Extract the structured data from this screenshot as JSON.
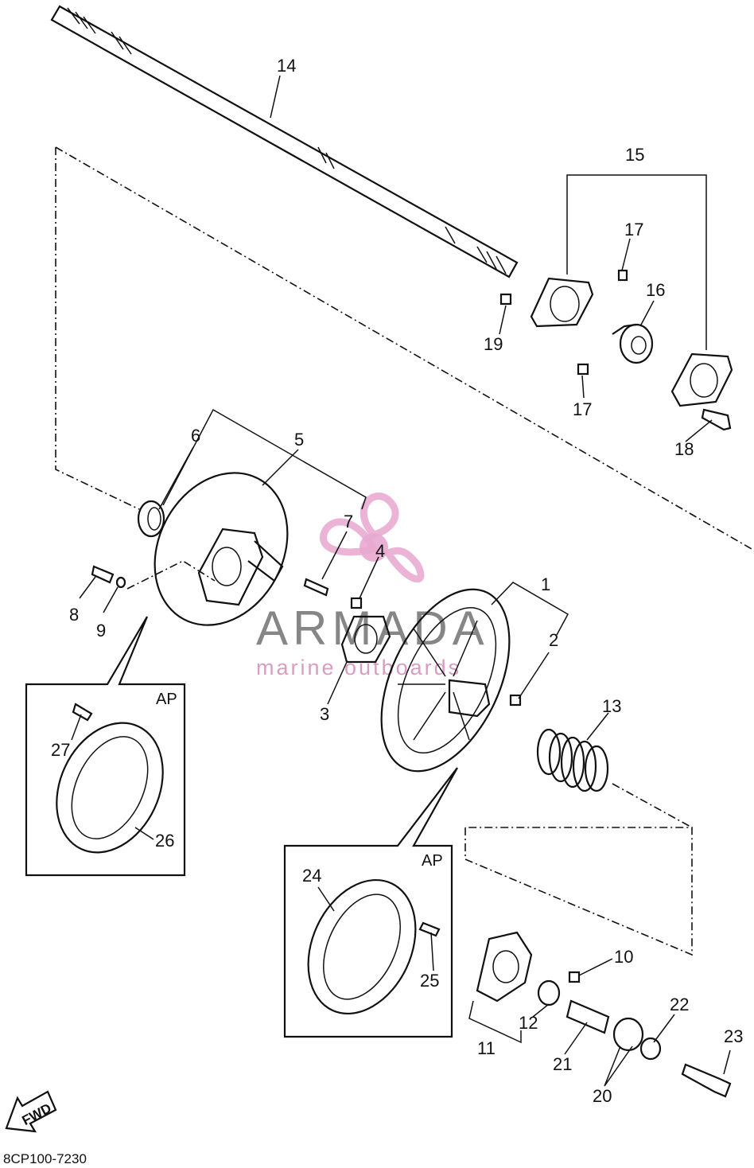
{
  "diagram_code": "8CP100-7230",
  "fwd_label": "FWD",
  "inset_label": "AP",
  "watermark": {
    "brand": "ARMADA",
    "tagline": "marine outboards"
  },
  "colors": {
    "line": "#111111",
    "watermark_pink": "#e8a8d0",
    "watermark_gray": "#5e5e5e"
  },
  "callouts": [
    {
      "id": "14",
      "text": "14"
    },
    {
      "id": "15",
      "text": "15"
    },
    {
      "id": "17a",
      "text": "17"
    },
    {
      "id": "16",
      "text": "16"
    },
    {
      "id": "19",
      "text": "19"
    },
    {
      "id": "17b",
      "text": "17"
    },
    {
      "id": "18",
      "text": "18"
    },
    {
      "id": "6",
      "text": "6"
    },
    {
      "id": "5",
      "text": "5"
    },
    {
      "id": "7",
      "text": "7"
    },
    {
      "id": "4",
      "text": "4"
    },
    {
      "id": "1",
      "text": "1"
    },
    {
      "id": "2",
      "text": "2"
    },
    {
      "id": "8",
      "text": "8"
    },
    {
      "id": "9",
      "text": "9"
    },
    {
      "id": "3",
      "text": "3"
    },
    {
      "id": "13",
      "text": "13"
    },
    {
      "id": "27",
      "text": "27"
    },
    {
      "id": "26",
      "text": "26"
    },
    {
      "id": "24",
      "text": "24"
    },
    {
      "id": "25",
      "text": "25"
    },
    {
      "id": "10",
      "text": "10"
    },
    {
      "id": "12",
      "text": "12"
    },
    {
      "id": "22",
      "text": "22"
    },
    {
      "id": "11",
      "text": "11"
    },
    {
      "id": "21",
      "text": "21"
    },
    {
      "id": "23",
      "text": "23"
    },
    {
      "id": "20",
      "text": "20"
    }
  ]
}
